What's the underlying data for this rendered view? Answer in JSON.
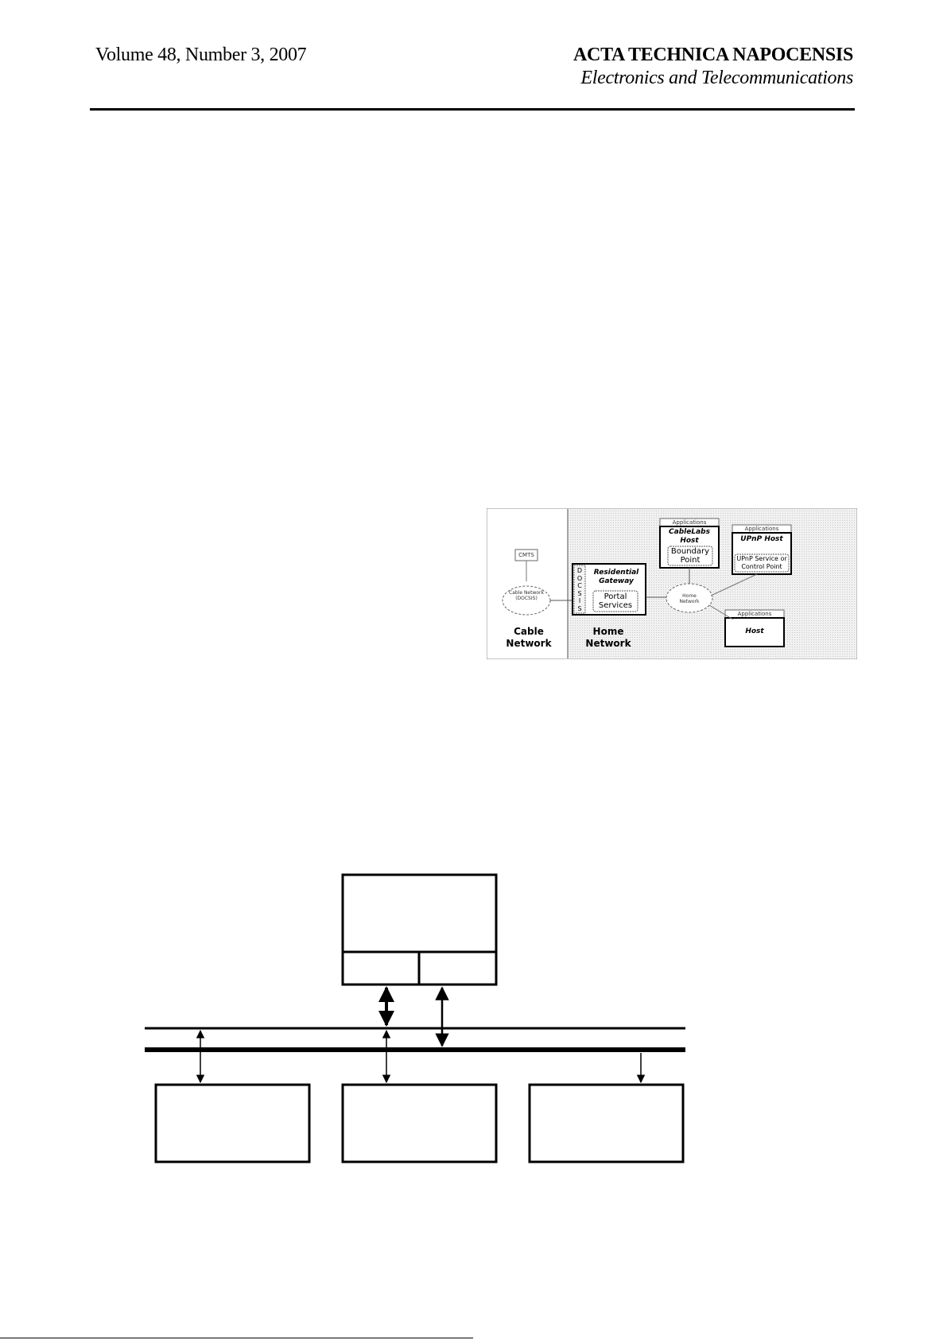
{
  "header": {
    "volume": "Volume 48, Number 3, 2007",
    "journal": "ACTA TECHNICA NAPOCENSIS",
    "section": "Electronics and Telecommunications"
  },
  "figure_network": {
    "cmts": "CMTS",
    "cable_cloud": "Cable Network (DOCSIS)",
    "docsis_letters": [
      "D",
      "O",
      "C",
      "S",
      "I",
      "S"
    ],
    "residential_gateway": "Residential Gateway",
    "portal_services": "Portal Services",
    "home_cloud": "Home Network",
    "applications_1": "Applications",
    "cablelabs_host": "CableLabs Host",
    "boundary_point": "Boundary Point",
    "applications_2": "Applications",
    "upnp_host": "UPnP Host",
    "upnp_service": "UPnP Service or Control Point",
    "applications_3": "Applications",
    "host": "Host",
    "cable_network_label": "Cable Network",
    "home_network_label": "Home Network"
  }
}
